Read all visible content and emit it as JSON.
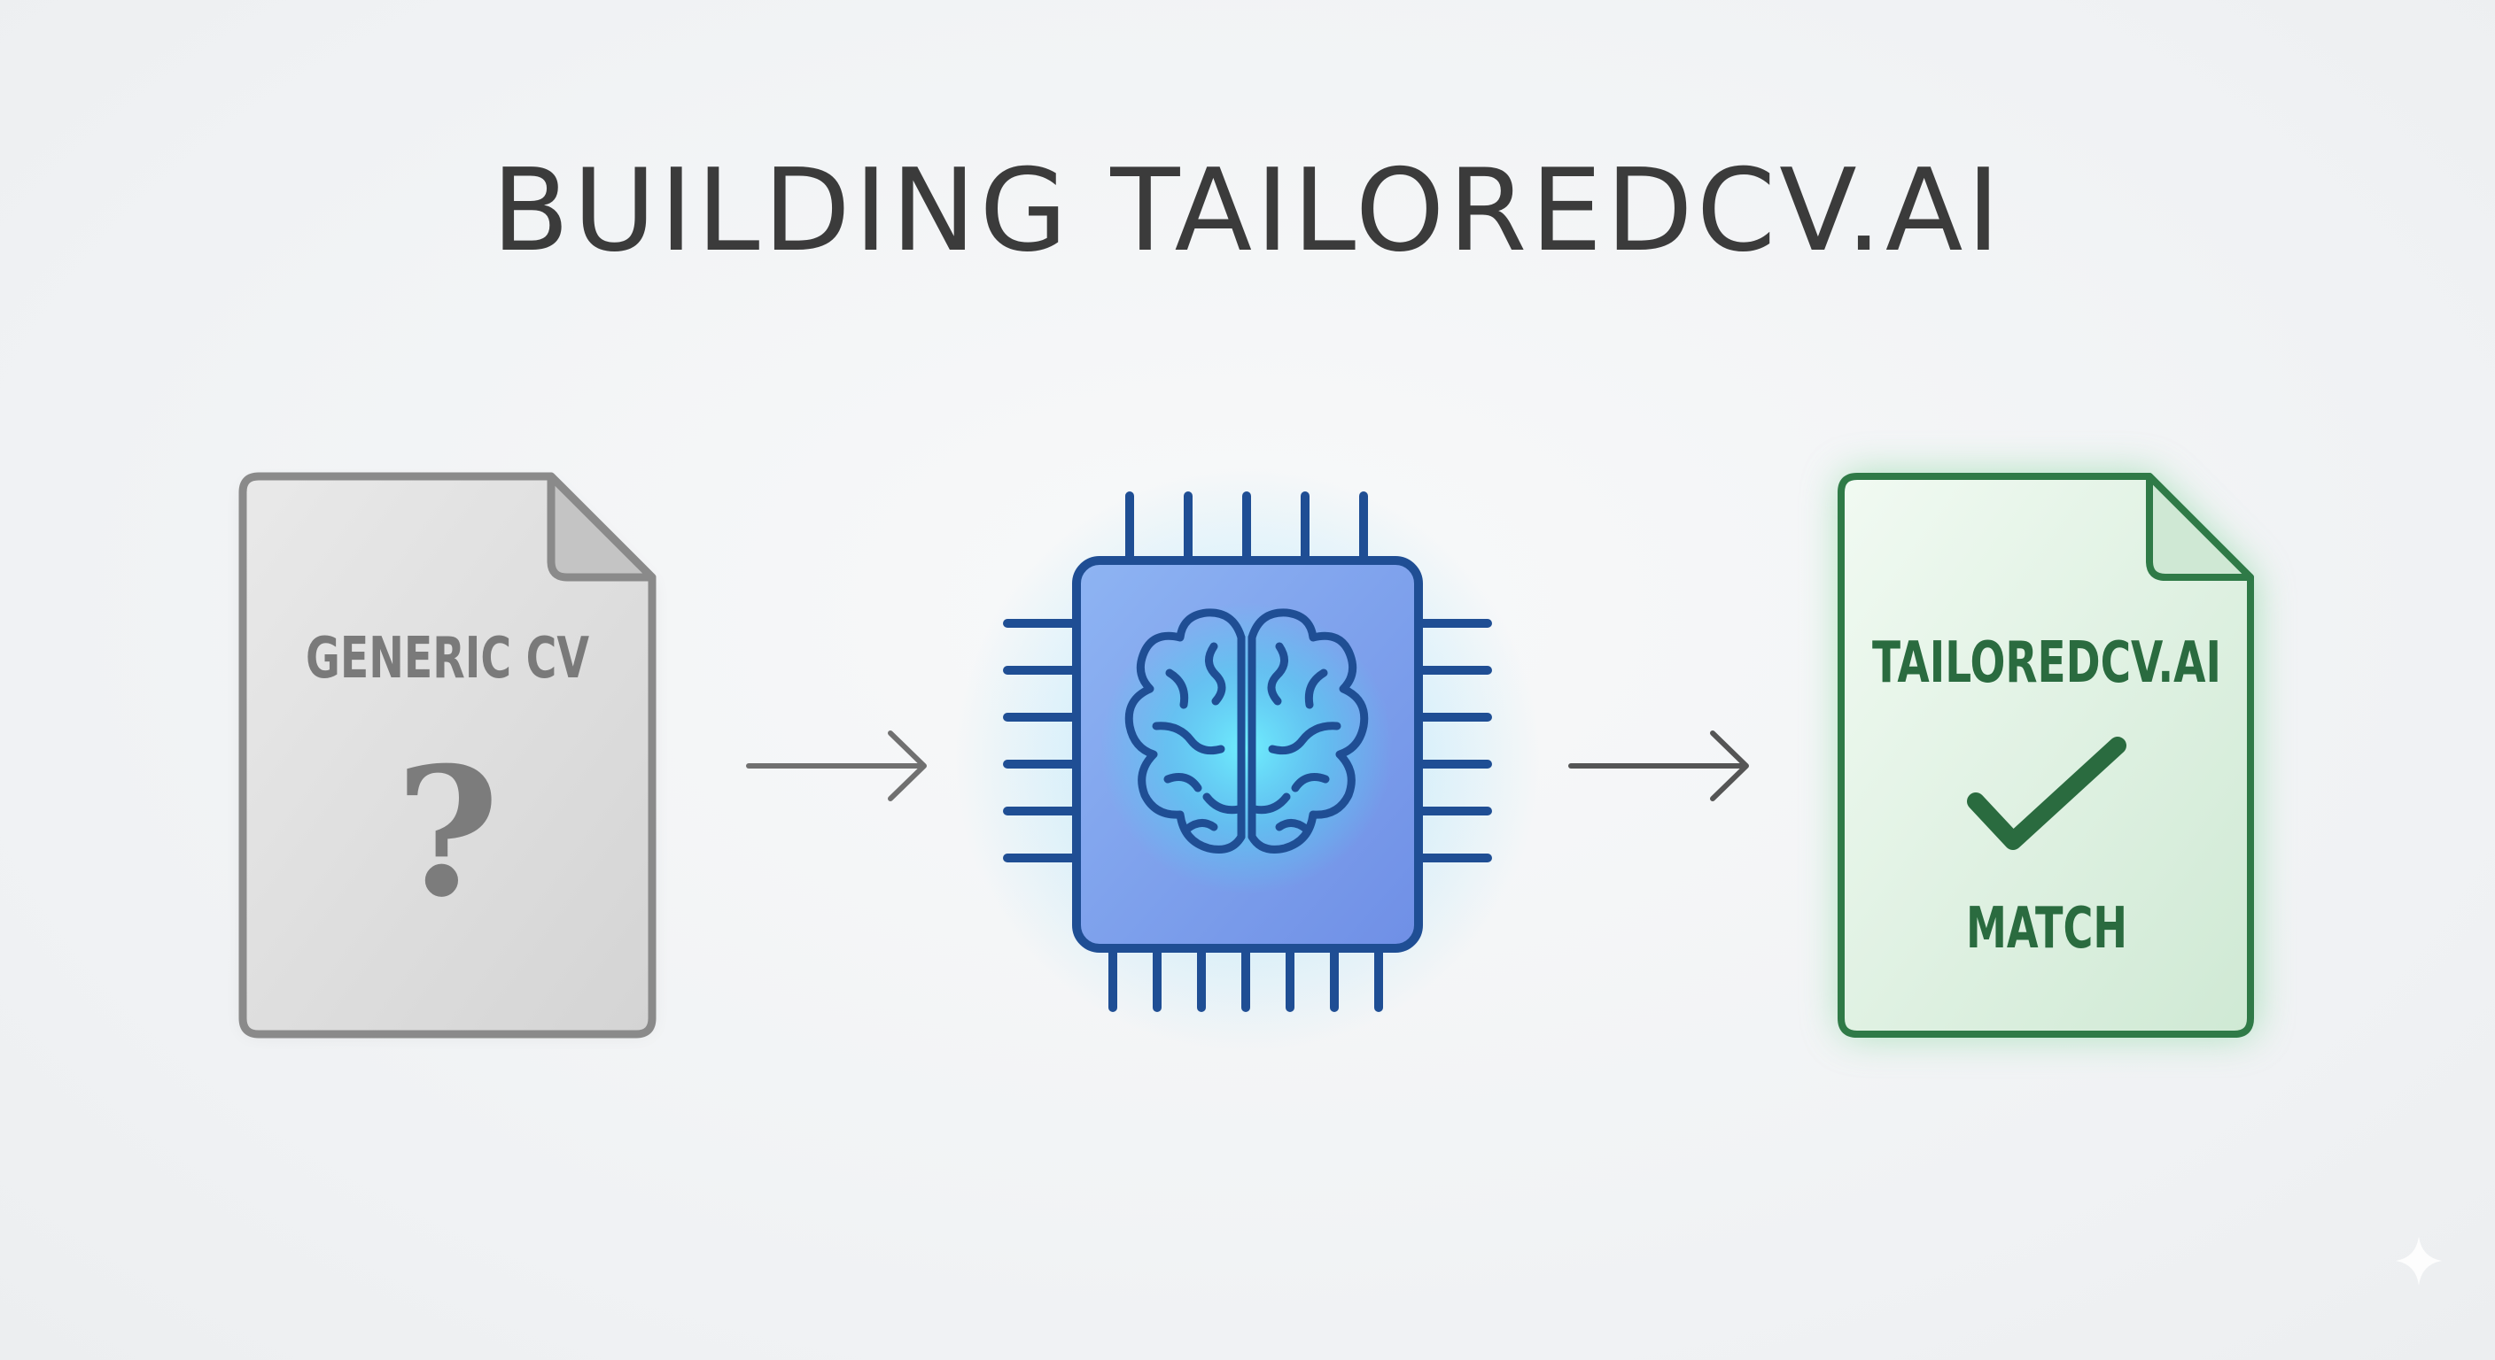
{
  "title": "BUILDING TAILOREDCV.AI",
  "steps": [
    {
      "id": "generic",
      "label": "GENERIC CV",
      "symbol": "?",
      "icon": "document-question-icon",
      "color": "#7c7c7c"
    },
    {
      "id": "ai",
      "icon": "ai-chip-brain-icon",
      "color": "#1f4e94"
    },
    {
      "id": "tailored",
      "label": "TAILOREDCV.AI",
      "caption": "MATCH",
      "icon": "document-checkmark-icon",
      "color": "#2a6b3f"
    }
  ],
  "arrows": [
    {
      "from": "generic",
      "to": "ai"
    },
    {
      "from": "ai",
      "to": "tailored"
    }
  ],
  "colors": {
    "title": "#3b3b3b",
    "generic_fill": "#dcdcdc",
    "generic_stroke": "#8a8a8a",
    "chip_fill": "#7fa6ee",
    "chip_stroke": "#1f4e94",
    "brain_glow": "#57e3f5",
    "tailored_fill": "#dff1e3",
    "tailored_stroke": "#2f7a47",
    "arrow": "#707070"
  }
}
